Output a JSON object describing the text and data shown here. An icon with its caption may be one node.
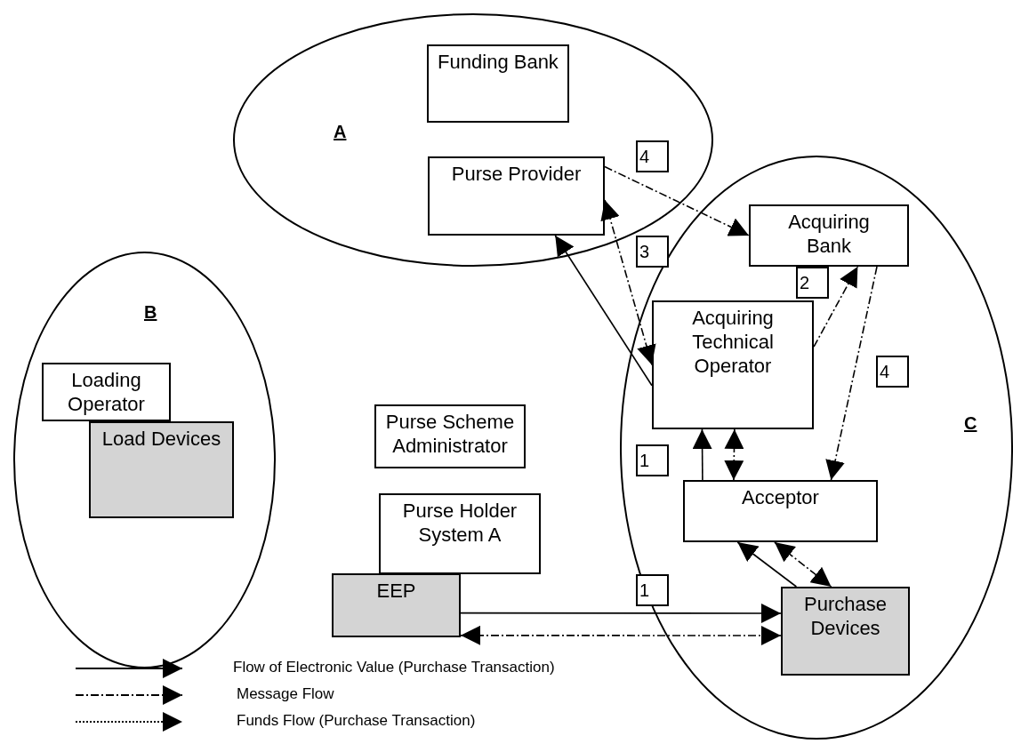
{
  "diagram": {
    "nodes": [
      {
        "text": [
          "A"
        ]
      },
      {
        "text": [
          "Funding Bank"
        ],
        "in": 0
      },
      {
        "text": [
          "Purse Provider"
        ],
        "in": 0
      },
      {
        "text": [
          "B"
        ]
      },
      {
        "text": [
          "Loading Operator"
        ],
        "in": 3
      },
      {
        "text": [
          "Load Devices"
        ],
        "in": 3
      },
      {
        "text": [
          "Purse Scheme Administrator"
        ]
      },
      {
        "text": [
          "Purse Holder System A"
        ]
      },
      {
        "text": [
          "EEP"
        ]
      },
      {
        "text": [
          "C"
        ]
      },
      {
        "text": [
          "Acquiring Bank"
        ],
        "in": 9
      },
      {
        "text": [
          "Acquiring Technical Operator"
        ],
        "in": 9
      },
      {
        "text": [
          "Acceptor"
        ],
        "in": 9
      },
      {
        "text": [
          "Purchase Devices"
        ],
        "in": 9
      }
    ],
    "edges": [
      {
        "from": 2,
        "to": 10,
        "arrow": "to",
        "style": "dashed"
      },
      {
        "from": 11,
        "to": 2,
        "arrow": "both",
        "style": "dashed"
      },
      {
        "from": 11,
        "to": 10,
        "arrow": "to",
        "style": "dashed"
      },
      {
        "from": 10,
        "to": 12,
        "arrow": "to",
        "style": "dashed"
      },
      {
        "from": 11,
        "to": 2,
        "arrow": "to"
      },
      {
        "from": 12,
        "to": 11,
        "arrow": "to"
      },
      {
        "from": 11,
        "to": 12,
        "arrow": "both",
        "style": "dashed"
      },
      {
        "from": 13,
        "to": 12,
        "arrow": "to"
      },
      {
        "from": 12,
        "to": 13,
        "arrow": "both",
        "style": "dashed"
      },
      {
        "from": 8,
        "to": 13,
        "arrow": "to"
      },
      {
        "from": 8,
        "to": 13,
        "arrow": "both",
        "style": "dashed"
      }
    ],
    "labels": [
      "4",
      "3",
      "2",
      "4",
      "1",
      "1"
    ],
    "legend": [
      {
        "text": "Flow of Electronic Value (Purchase Transaction)"
      },
      {
        "text": "Message Flow"
      },
      {
        "text": "Funds Flow (Purchase Transaction)"
      }
    ]
  }
}
